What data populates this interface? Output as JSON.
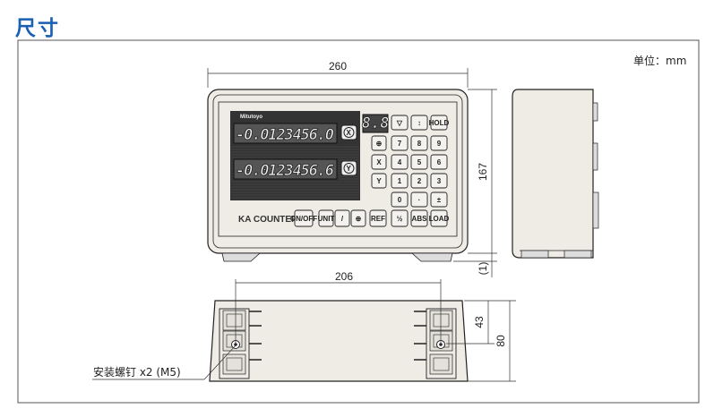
{
  "title": "尺寸",
  "unit_label": "单位：mm",
  "dimensions": {
    "width_front": "260",
    "height_front": "167",
    "foot_height": "(1)",
    "mount_spacing": "206",
    "mount_depth": "43",
    "depth": "80"
  },
  "mount_note": "安装螺钉 x2 (M5)",
  "device": {
    "brand": "Mitutoyo",
    "model": "KA COUNTER",
    "display_x": "-0.0123456.0",
    "display_y": "-0.0123456.6",
    "axis_status": "8.8",
    "keys": [
      "▽",
      "↕",
      "HOLD",
      "⊕",
      "7",
      "8",
      "9",
      "X",
      "4",
      "5",
      "6",
      "Y",
      "1",
      "2",
      "3",
      "",
      "0",
      "·",
      "±",
      "ON/OFF",
      "UNIT",
      "/",
      "⊕",
      "REF",
      "½",
      "ABS",
      "LOAD"
    ],
    "axis_x_key": "X",
    "axis_y_key": "Y"
  },
  "colors": {
    "title": "#1a5fb4",
    "body": "#efece6",
    "outline": "#222222"
  }
}
